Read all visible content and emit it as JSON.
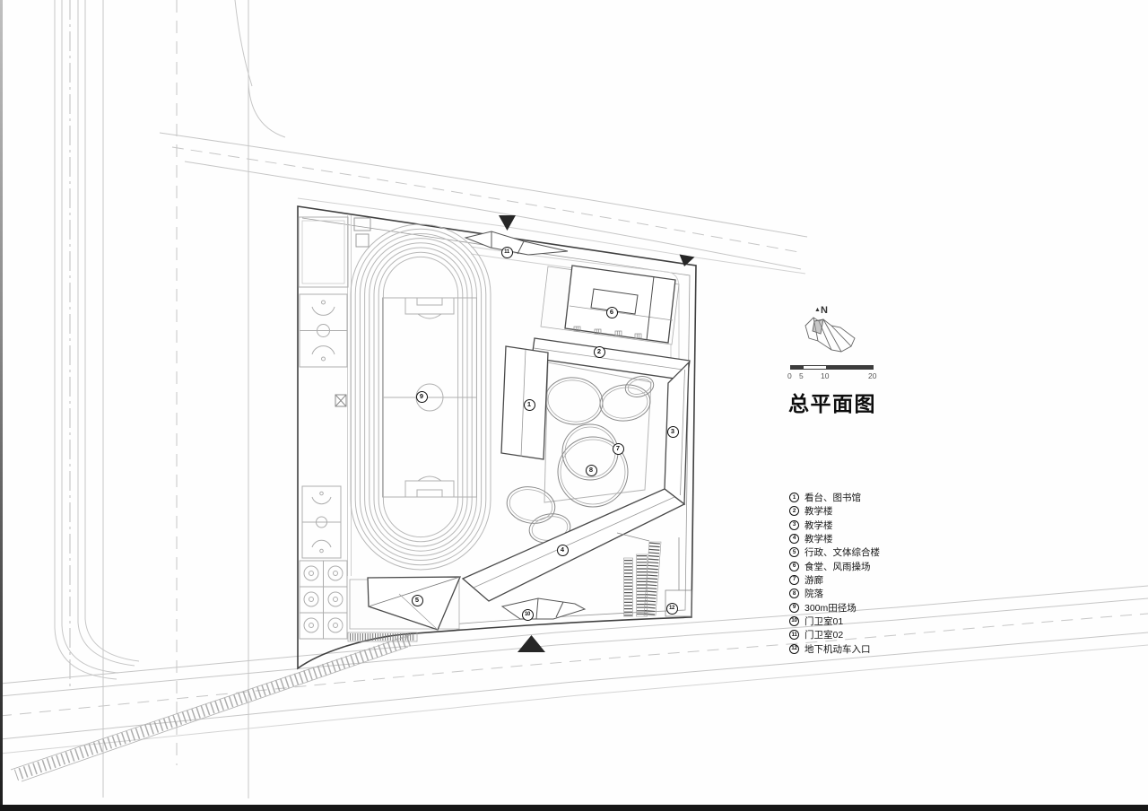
{
  "title": "总平面图",
  "north": {
    "label": "N"
  },
  "scale_bar": {
    "labels": [
      "0",
      "5",
      "10",
      "20"
    ]
  },
  "legend": {
    "items": [
      {
        "num": "1",
        "label": "看台、图书馆"
      },
      {
        "num": "2",
        "label": "教学楼"
      },
      {
        "num": "3",
        "label": "教学楼"
      },
      {
        "num": "4",
        "label": "教学楼"
      },
      {
        "num": "5",
        "label": "行政、文体综合楼"
      },
      {
        "num": "6",
        "label": "食堂、风雨操场"
      },
      {
        "num": "7",
        "label": "游廊"
      },
      {
        "num": "8",
        "label": "院落"
      },
      {
        "num": "9",
        "label": "300m田径场"
      },
      {
        "num": "10",
        "label": "门卫室01"
      },
      {
        "num": "11",
        "label": "门卫室02"
      },
      {
        "num": "12",
        "label": "地下机动车入口"
      }
    ]
  },
  "plan": {
    "markers": [
      "1",
      "2",
      "3",
      "4",
      "5",
      "6",
      "7",
      "8",
      "9",
      "10",
      "11",
      "12"
    ]
  },
  "colors": {
    "background": "#fefefe",
    "boundary_line": "#3f3f3f",
    "building_line": "#4a4a4a",
    "road_line": "#c6c6c6",
    "field_line": "#b0b0b0",
    "entrance_triangle": "#262626",
    "text": "#111111"
  }
}
